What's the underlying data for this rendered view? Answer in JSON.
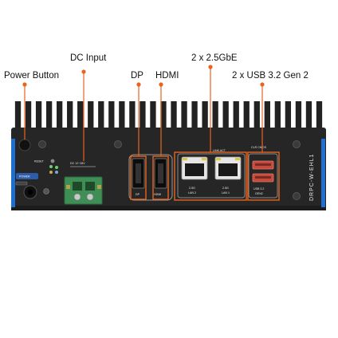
{
  "callouts": {
    "dc_input": "DC Input",
    "power_button": "Power Button",
    "dp": "DP",
    "hdmi": "HDMI",
    "lan": "2 x 2.5GbE",
    "usb": "2 x USB 3.2 Gen 2"
  },
  "panel": {
    "reset": "RESET",
    "power": "POWER",
    "dc_rating": "DC 12~28V",
    "dp": "DP",
    "hdmi": "HDMI",
    "lan1_speed": "2.5G",
    "lan1_name": "LAN 2",
    "lan2_speed": "2.5G",
    "lan2_name": "LAN 1",
    "link_act": "LINK ACT",
    "clr_cmos": "CLR CMOS",
    "usb_speed": "USB 3.2",
    "usb_gen": "GEN2",
    "model": "DRPC-W-EHL1"
  },
  "colors": {
    "callout_line": "#e8641e",
    "chassis": "#262626",
    "accent_blue": "#1f6fd1",
    "terminal_green": "#3e8e55",
    "usb_red": "#c44a3c"
  }
}
